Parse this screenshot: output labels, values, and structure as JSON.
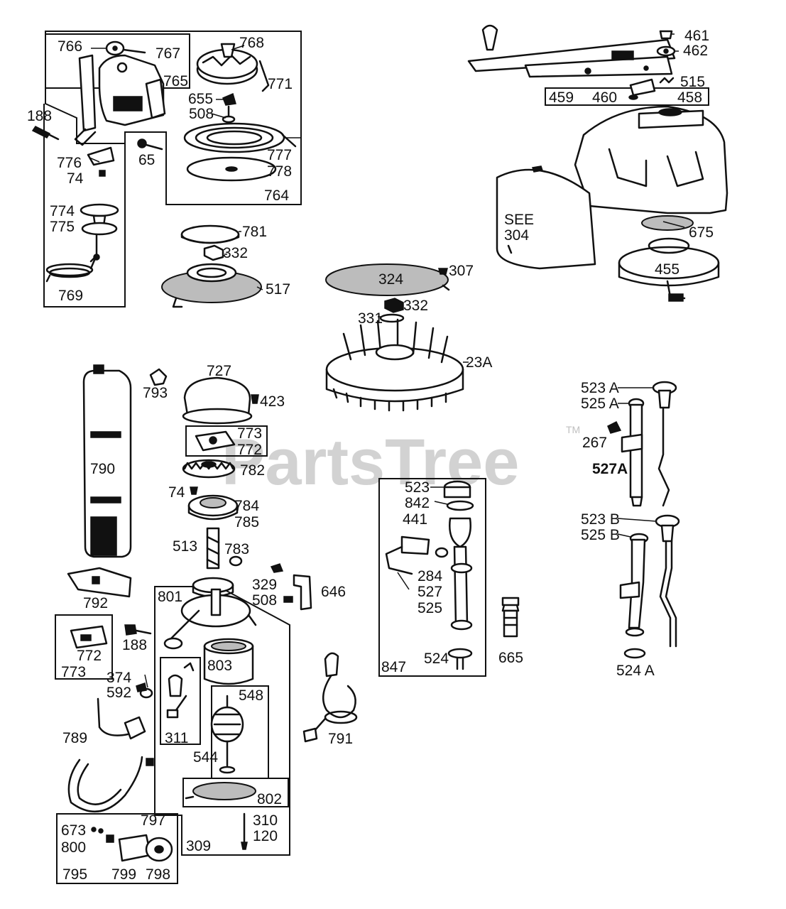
{
  "watermark": {
    "text": "PartsTree",
    "trademark": "TM"
  },
  "parts": {
    "p766": "766",
    "p767": "767",
    "p768": "768",
    "p765": "765",
    "p771": "771",
    "p655": "655",
    "p508a": "508",
    "p188a": "188",
    "p776": "776",
    "p74a": "74",
    "p65": "65",
    "p777": "777",
    "p778": "778",
    "p764": "764",
    "p774": "774",
    "p775": "775",
    "p769": "769",
    "p781": "781",
    "p332a": "332",
    "p517": "517",
    "p461": "461",
    "p462": "462",
    "p515": "515",
    "p459": "459",
    "p460": "460",
    "p458": "458",
    "see": "SEE",
    "p304": "304",
    "p675": "675",
    "p455": "455",
    "p324": "324",
    "p307": "307",
    "p331": "331",
    "p332b": "332",
    "p23a": "23A",
    "p727": "727",
    "p793": "793",
    "p423": "423",
    "p773a": "773",
    "p772a": "772",
    "p790": "790",
    "p782": "782",
    "p74b": "74",
    "p784": "784",
    "p785": "785",
    "p513": "513",
    "p783": "783",
    "p792": "792",
    "p329": "329",
    "p508b": "508",
    "p646": "646",
    "p801": "801",
    "p772b": "772",
    "p188b": "188",
    "p773b": "773",
    "p374": "374",
    "p592": "592",
    "p803": "803",
    "p548": "548",
    "p311": "311",
    "p544": "544",
    "p789": "789",
    "p791": "791",
    "p802": "802",
    "p310": "310",
    "p120": "120",
    "p673": "673",
    "p797": "797",
    "p800": "800",
    "p795": "795",
    "p799": "799",
    "p798": "798",
    "p309": "309",
    "p523": "523",
    "p842": "842",
    "p441": "441",
    "p284": "284",
    "p527": "527",
    "p525": "525",
    "p524": "524",
    "p847": "847",
    "p665": "665",
    "p523a": "523 A",
    "p525a": "525 A",
    "p267": "267",
    "p527a": "527A",
    "p523b": "523 B",
    "p525b": "525 B",
    "p524a": "524 A"
  }
}
